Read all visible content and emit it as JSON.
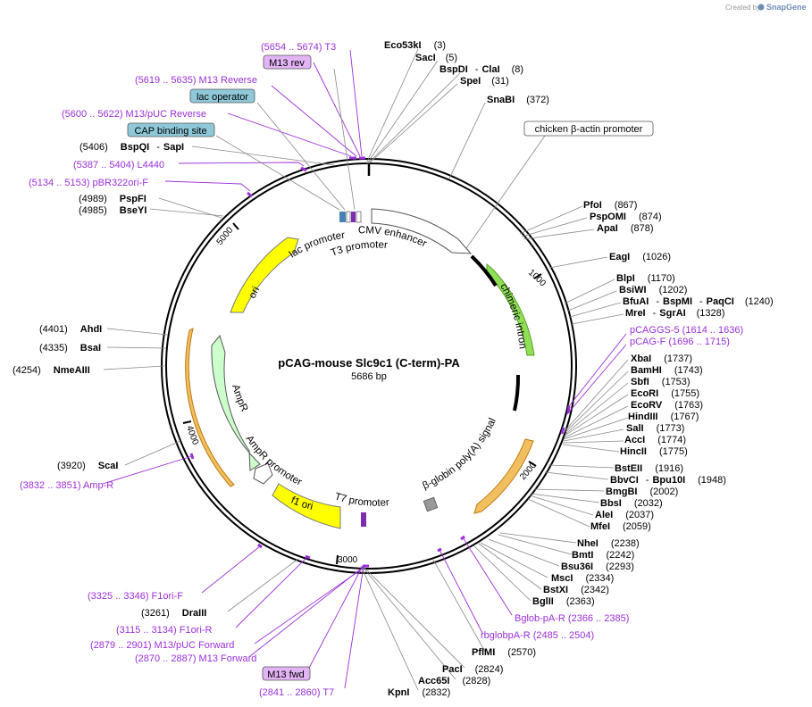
{
  "watermark": {
    "created_by": "Created by",
    "brand": "SnapGene"
  },
  "plasmid": {
    "name": "pCAG-mouse Slc9c1 (C-term)-PA",
    "length_label": "5686 bp"
  },
  "ticks": [
    "1000",
    "2000",
    "3000",
    "4000",
    "5000"
  ],
  "enzymes": {
    "eco53ki": {
      "name": "Eco53kI",
      "pos": "(3)"
    },
    "saci": {
      "name": "SacI",
      "pos": "(5)"
    },
    "bspdi": {
      "name": "BspDI",
      "sep": "-",
      "name2": "ClaI",
      "pos": "(8)"
    },
    "spei": {
      "name": "SpeI",
      "pos": "(31)"
    },
    "snabi": {
      "name": "SnaBI",
      "pos": "(372)"
    },
    "pfoi": {
      "name": "PfoI",
      "pos": "(867)"
    },
    "pspomi": {
      "name": "PspOMI",
      "pos": "(874)"
    },
    "apai": {
      "name": "ApaI",
      "pos": "(878)"
    },
    "eagi": {
      "name": "EagI",
      "pos": "(1026)"
    },
    "blpi": {
      "name": "BlpI",
      "pos": "(1170)"
    },
    "bsiwi": {
      "name": "BsiWI",
      "pos": "(1202)"
    },
    "bfuai": {
      "name": "BfuAI",
      "sep": "-",
      "name2": "BspMI",
      "sep2": "-",
      "name3": "PaqCI",
      "pos": "(1240)"
    },
    "mrei": {
      "name": "MreI",
      "sep": "-",
      "name2": "SgrAI",
      "pos": "(1328)"
    },
    "xbai": {
      "name": "XbaI",
      "pos": "(1737)"
    },
    "bamhi": {
      "name": "BamHI",
      "pos": "(1743)"
    },
    "sbfi": {
      "name": "SbfI",
      "pos": "(1753)"
    },
    "ecori": {
      "name": "EcoRI",
      "pos": "(1755)"
    },
    "ecorv": {
      "name": "EcoRV",
      "pos": "(1763)"
    },
    "hindiii": {
      "name": "HindIII",
      "pos": "(1767)"
    },
    "sali": {
      "name": "SalI",
      "pos": "(1773)"
    },
    "acci": {
      "name": "AccI",
      "pos": "(1774)"
    },
    "hincii": {
      "name": "HincII",
      "pos": "(1775)"
    },
    "bsteii": {
      "name": "BstEII",
      "pos": "(1916)"
    },
    "bbvci": {
      "name": "BbvCI",
      "sep": "-",
      "name2": "Bpu10I",
      "pos": "(1948)"
    },
    "bmgbi": {
      "name": "BmgBI",
      "pos": "(2002)"
    },
    "bbsi": {
      "name": "BbsI",
      "pos": "(2032)"
    },
    "alei": {
      "name": "AleI",
      "pos": "(2037)"
    },
    "mfei": {
      "name": "MfeI",
      "pos": "(2059)"
    },
    "nhei": {
      "name": "NheI",
      "pos": "(2238)"
    },
    "bmti": {
      "name": "BmtI",
      "pos": "(2242)"
    },
    "bsu36i": {
      "name": "Bsu36I",
      "pos": "(2293)"
    },
    "msci": {
      "name": "MscI",
      "pos": "(2334)"
    },
    "bstxi": {
      "name": "BstXI",
      "pos": "(2342)"
    },
    "bglii": {
      "name": "BglII",
      "pos": "(2363)"
    },
    "pflmi": {
      "name": "PflMI",
      "pos": "(2570)"
    },
    "paci": {
      "name": "PacI",
      "pos": "(2824)"
    },
    "acc65i": {
      "name": "Acc65I",
      "pos": "(2828)"
    },
    "kpni": {
      "name": "KpnI",
      "pos": "(2832)"
    },
    "draiii": {
      "name": "DraIII",
      "pos": "(3261)"
    },
    "scai": {
      "name": "ScaI",
      "pos": "(3920)"
    },
    "nmeaiii": {
      "name": "NmeAIII",
      "pos": "(4254)"
    },
    "bsai": {
      "name": "BsaI",
      "pos": "(4335)"
    },
    "ahdi": {
      "name": "AhdI",
      "pos": "(4401)"
    },
    "bseyi": {
      "name": "BseYI",
      "pos": "(4985)"
    },
    "pspfi": {
      "name": "PspFI",
      "pos": "(4989)"
    },
    "bspqi": {
      "name": "BspQI",
      "sep": "-",
      "name2": "SapI",
      "pos": "(5406)"
    }
  },
  "primers": {
    "t3": "(5654 .. 5674)  T3",
    "m13rev_box": "M13 rev",
    "m13reverse": "(5619 .. 5635)  M13 Reverse",
    "m13pucrev": "(5600 .. 5622)  M13/pUC Reverse",
    "l4440": "(5387 .. 5404)  L4440",
    "pbr322ori": "(5134 .. 5153)  pBR322ori-F",
    "pcaggs5": "pCAGGS-5      (1614 .. 1636)",
    "pcagf": "pCAG-F      (1696 .. 1715)",
    "bglobpar": "Bglob-pA-R      (2366 .. 2385)",
    "rbglobpar": "rbglobpA-R      (2485 .. 2504)",
    "m13pucfwd": "(2879 .. 2901)  M13/pUC Forward",
    "m13forward": "(2870 .. 2887)  M13 Forward",
    "m13fwd_box": "M13 fwd",
    "t7": "(2841 .. 2860)  T7",
    "f1orif": "(3325 .. 3346)  F1ori-F",
    "f1orir": "(3115 .. 3134)  F1ori-R",
    "ampr": "(3832 .. 3851)  Amp-R"
  },
  "boxes": {
    "lac_operator": "lac operator",
    "cap_site": "CAP binding site",
    "chicken_actin": "chicken β-actin promoter"
  },
  "features": {
    "cmv_enhancer": "CMV enhancer",
    "lac_promoter": "lac promoter",
    "t3_promoter": "T3 promoter",
    "chimeric_intron": "chimeric intron",
    "bglobin": "β-globin poly(A) signal",
    "t7_promoter": "T7 promoter",
    "f1ori": "f1 ori",
    "ampr_promoter": "AmpR promoter",
    "ampr": "AmpR",
    "ori": "ori"
  },
  "colors": {
    "primer": "#9b30d9",
    "ori": "#ffff00",
    "ampr": "#ccffcc",
    "misc": "#8fc8d8",
    "primer_box": "#e3b4f5"
  }
}
